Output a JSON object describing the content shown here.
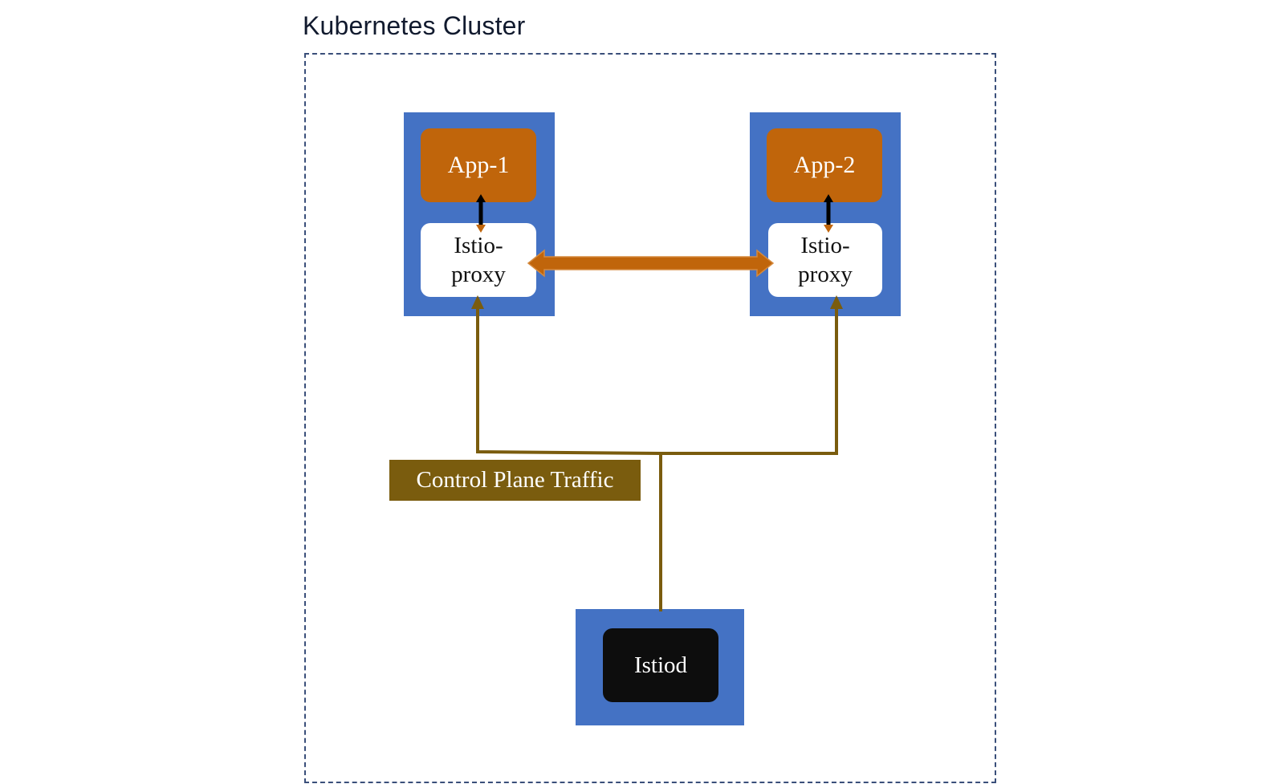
{
  "cluster": {
    "title": "Kubernetes Cluster"
  },
  "pods": [
    {
      "app_label": "App-1",
      "proxy_line1": "Istio-",
      "proxy_line2": "proxy"
    },
    {
      "app_label": "App-2",
      "proxy_line1": "Istio-",
      "proxy_line2": "proxy"
    }
  ],
  "istiod": {
    "label": "Istiod"
  },
  "control_plane": {
    "label": "Control Plane Traffic"
  },
  "colors": {
    "pod_background": "#4472c4",
    "app_box": "#c0650b",
    "data_plane_arrow": "#c0650b",
    "control_plane_line": "#7a5c0e",
    "istiod_box": "#0d0d0d"
  }
}
